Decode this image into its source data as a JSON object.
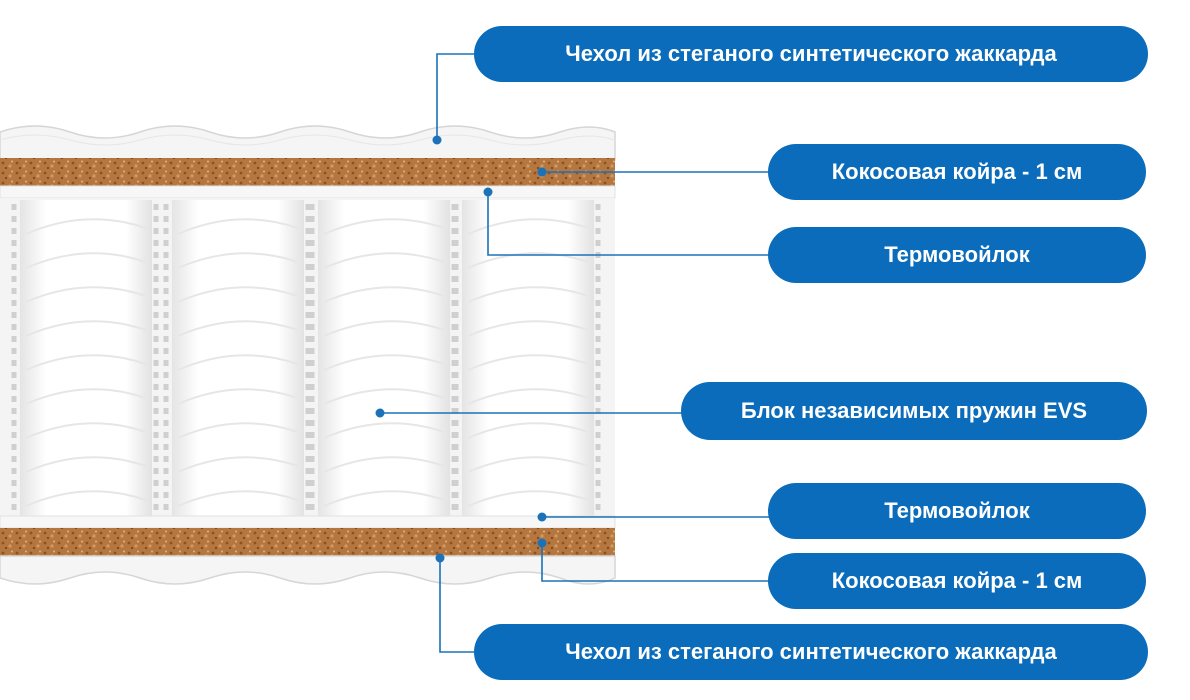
{
  "colors": {
    "label_bg": "#0b6cbb",
    "label_text": "#ffffff",
    "leader_line": "#1b72b8",
    "coir": "#b5773f",
    "cover": "#f4f4f4",
    "felt": "#f8f8f8"
  },
  "labels": [
    {
      "id": "cover-top",
      "text": "Чехол из стеганого синтетического жаккарда"
    },
    {
      "id": "coir-top",
      "text": "Кокосовая койра - 1 см"
    },
    {
      "id": "felt-top",
      "text": "Термовойлок"
    },
    {
      "id": "springs",
      "text": "Блок независимых пружин EVS"
    },
    {
      "id": "felt-bottom",
      "text": "Термовойлок"
    },
    {
      "id": "coir-bottom",
      "text": "Кокосовая койра - 1 см"
    },
    {
      "id": "cover-bottom",
      "text": "Чехол из стеганого синтетического жаккарда"
    }
  ]
}
